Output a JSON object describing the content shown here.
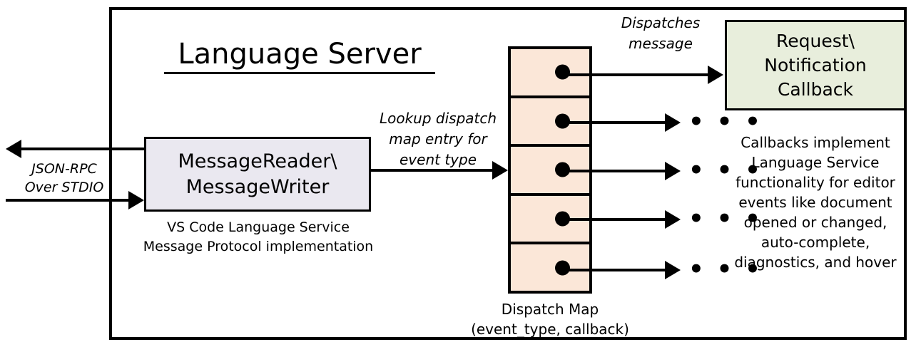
{
  "diagram": {
    "title": "Language Server",
    "frame_border_color": "#000000",
    "background": "#ffffff"
  },
  "message_io": {
    "label_line1": "MessageReader\\",
    "label_line2": "MessageWriter",
    "fill_color": "#EAE8F0",
    "caption_line1": "VS Code Language Service",
    "caption_line2": "Message Protocol implementation"
  },
  "transport": {
    "label_line1": "JSON-RPC",
    "label_line2": "Over STDIO",
    "outbound_arrow": "arrow-left-icon",
    "inbound_arrow": "arrow-right-icon"
  },
  "lookup": {
    "label_line1": "Lookup dispatch",
    "label_line2": "map entry for",
    "label_line3": "event type"
  },
  "dispatch_map": {
    "fill_color": "#FBE7D8",
    "caption_line1": "Dispatch Map",
    "caption_line2": "(event_type, callback)",
    "rows": [
      {
        "index": 1,
        "dot": "callback-dot-icon",
        "trailing": ""
      },
      {
        "index": 2,
        "dot": "callback-dot-icon",
        "trailing": "• • •"
      },
      {
        "index": 3,
        "dot": "callback-dot-icon",
        "trailing": "• • •"
      },
      {
        "index": 4,
        "dot": "callback-dot-icon",
        "trailing": "• • •"
      },
      {
        "index": 5,
        "dot": "callback-dot-icon",
        "trailing": "• • •"
      }
    ]
  },
  "dispatch_edge": {
    "label_line1": "Dispatches",
    "label_line2": "message"
  },
  "callback": {
    "label_line1": "Request\\",
    "label_line2": "Notification",
    "label_line3": "Callback",
    "fill_color": "#E8EEDC",
    "description_line1": "Callbacks implement",
    "description_line2": "Language Service",
    "description_line3": "functionality for editor",
    "description_line4": "events like document",
    "description_line5": "opened or changed,",
    "description_line6": "auto-complete,",
    "description_line7": "diagnostics, and hover"
  }
}
